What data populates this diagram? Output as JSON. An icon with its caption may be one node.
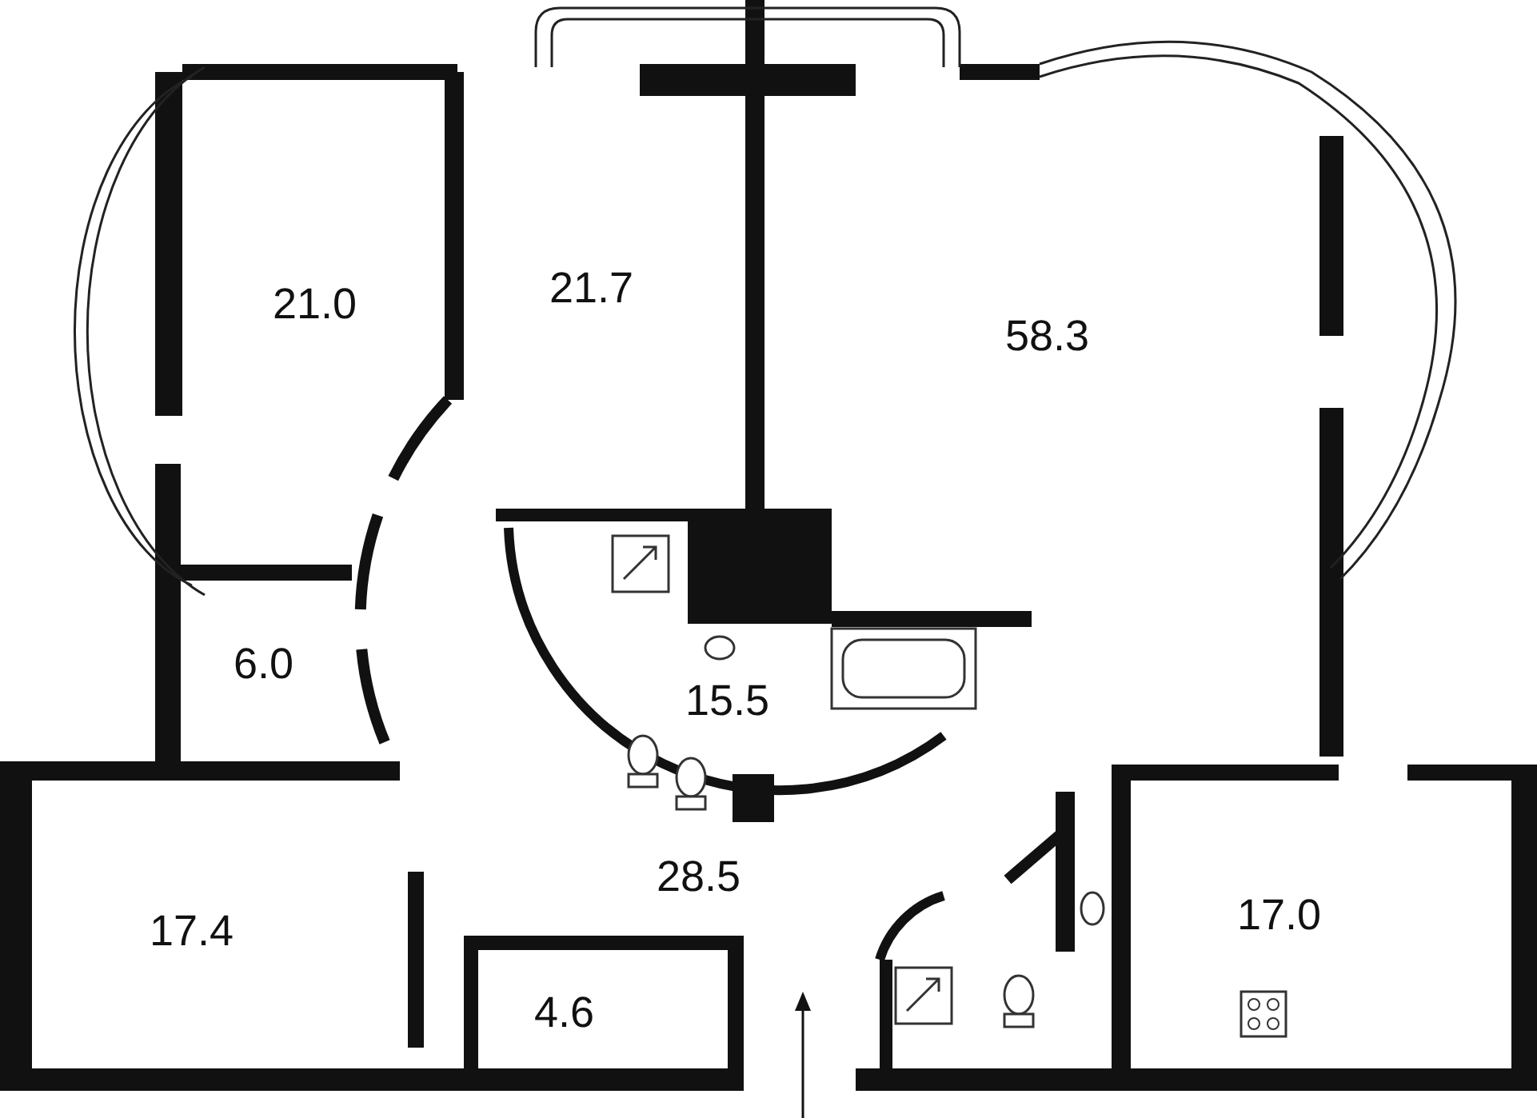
{
  "diagram": {
    "nodes": [
      {
        "text": [
          "21.0"
        ]
      },
      {
        "text": [
          "21.7"
        ]
      },
      {
        "text": [
          "58.3"
        ]
      },
      {
        "text": [
          "6.0"
        ]
      },
      {
        "text": [
          "15.5"
        ]
      },
      {
        "text": [
          "28.5"
        ]
      },
      {
        "text": [
          "17.4"
        ]
      },
      {
        "text": [
          "17.0"
        ]
      },
      {
        "text": [
          "4.6"
        ]
      }
    ]
  }
}
